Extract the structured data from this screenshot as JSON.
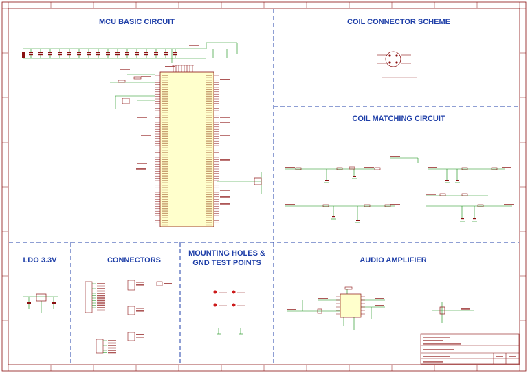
{
  "sections": {
    "mcu": "MCU BASIC CIRCUIT",
    "coil_connector": "COIL CONNECTOR SCHEME",
    "coil_matching": "COIL MATCHING CIRCUIT",
    "ldo": "LDO 3.3V",
    "connectors": "CONNECTORS",
    "mounting_line1": "MOUNTING HOLES &",
    "mounting_line2": "GND TEST POINTS",
    "audio": "AUDIO AMPLIFIER"
  },
  "colors": {
    "border": "#8a1010",
    "section_title": "#1f3fa8",
    "divider": "#1f3fa8",
    "wire": "#0a8a0a",
    "component": "#8a1010",
    "ic_fill": "#ffffcc",
    "mount_hole": "#cc1a1a"
  }
}
